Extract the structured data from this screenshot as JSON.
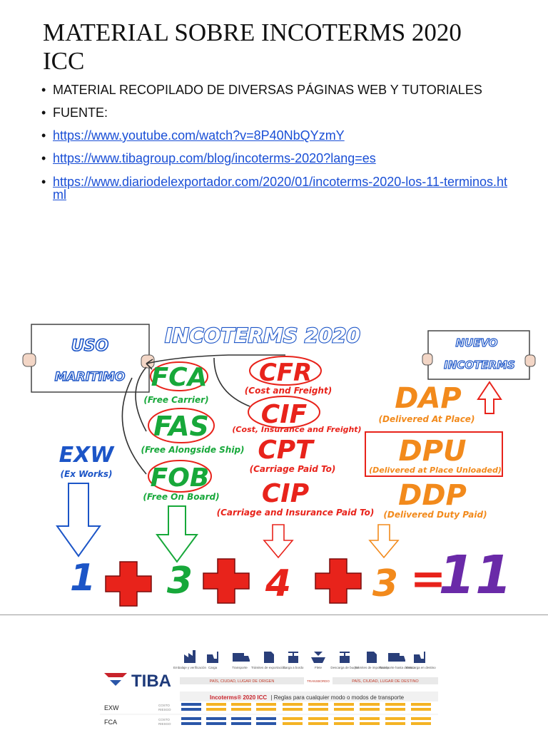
{
  "slide1": {
    "title_line1": "MATERIAL SOBRE INCOTERMS 2020",
    "title_line2": "ICC",
    "bullets": [
      {
        "text": "MATERIAL RECOPILADO DE DIVERSAS PÁGINAS WEB Y TUTORIALES",
        "link": false
      },
      {
        "text": "FUENTE:",
        "link": false
      },
      {
        "text": "https://www.youtube.com/watch?v=8P40NbQYzmY",
        "link": true
      },
      {
        "text": "https://www.tibagroup.com/blog/incoterms-2020?lang=es",
        "link": true
      },
      {
        "text": "https://www.diariodelexportador.com/2020/01/incoterms-2020-los-11-terminos.html",
        "link": true
      }
    ]
  },
  "illustration": {
    "header": "INCOTERMS 2020",
    "sign_left_line1": "USO",
    "sign_left_line2": "MARITIMO",
    "sign_right_line1": "NUEVO",
    "sign_right_line2": "INCOTERMS",
    "exw": {
      "code": "EXW",
      "desc": "(Ex Works)"
    },
    "fca": {
      "code": "FCA",
      "desc": "(Free Carrier)"
    },
    "fas": {
      "code": "FAS",
      "desc": "(Free Alongside Ship)"
    },
    "fob": {
      "code": "FOB",
      "desc": "(Free On Board)"
    },
    "cfr": {
      "code": "CFR",
      "desc": "(Cost and Freight)"
    },
    "cif": {
      "code": "CIF",
      "desc": "(Cost, Insurance and Freight)"
    },
    "cpt": {
      "code": "CPT",
      "desc": "(Carriage Paid To)"
    },
    "cip": {
      "code": "CIP",
      "desc": "(Carriage and Insurance Paid To)"
    },
    "dap": {
      "code": "DAP",
      "desc": "(Delivered At Place)"
    },
    "dpu": {
      "code": "DPU",
      "desc": "(Delivered at Place Unloaded)"
    },
    "ddp": {
      "code": "DDP",
      "desc": "(Delivered Duty Paid)"
    },
    "equation": {
      "n1": "1",
      "n2": "3",
      "n3": "4",
      "n4": "3",
      "equals": "=",
      "total": "11"
    },
    "colors": {
      "blue": "#1c55c7",
      "green": "#17a83a",
      "red": "#e8231b",
      "orange": "#f28a1c",
      "purple": "#6a2aa8"
    }
  },
  "slide2": {
    "brand": "TIBA",
    "steps": [
      "Embalaje y verificación",
      "Carga",
      "Transporte",
      "Trámites de exportación",
      "Carga a bordo",
      "Flete",
      "Descarga de buque",
      "Trámites de importación",
      "Transporte hasta destino",
      "Descarga en destino"
    ],
    "origin_label": "PAÍS, CIUDAD, LUGAR DE ORIGEN",
    "transit_label": "TRANSBORDO",
    "destination_label": "PAÍS, CIUDAD, LUGAR DE DESTINO",
    "table_title": "Incoterms® 2020 ICC",
    "table_subtitle": "| Reglas para cualquier modo o modos de transporte",
    "rows": [
      {
        "term": "EXW",
        "sub1": "COSTO",
        "sub2": "RIESGO"
      },
      {
        "term": "FCA",
        "sub1": "COSTO",
        "sub2": "RIESGO"
      }
    ],
    "colors": {
      "seller": "#2a56a8",
      "buyer": "#f4b324",
      "grey": "#e6e6e6"
    }
  }
}
